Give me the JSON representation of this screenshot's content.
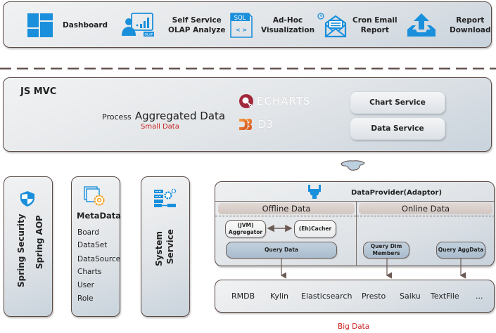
{
  "top_bar": {
    "features": [
      {
        "label": "Dashboard",
        "icon": "dashboard-grid-icon"
      },
      {
        "label": "Self Service\nOLAP Analyze",
        "icon": "olap-presenter-icon"
      },
      {
        "label": "Ad-Hoc\nVisualization",
        "icon": "sql-code-icon"
      },
      {
        "label": "Cron Email\nReport",
        "icon": "scheduled-email-icon"
      },
      {
        "label": "Report\nDownload",
        "icon": "upload-tray-icon"
      }
    ]
  },
  "js_mvc": {
    "title": "JS MVC",
    "process_prefix": "Process",
    "process_main": "Aggregated Data",
    "small_data": "Small Data",
    "echarts_label": "ECHARTS",
    "d3_label": "D3",
    "chart_service": "Chart Service",
    "data_service": "Data Service"
  },
  "left_columns": {
    "spring_security": "Spring Security",
    "spring_aop": "Spring AOP",
    "metadata_title": "MetaData",
    "metadata_items": [
      "Board",
      "DataSet",
      "DataSource",
      "Charts",
      "User",
      "Role"
    ],
    "system_service_line1": "System",
    "system_service_line2": "Service"
  },
  "data_provider": {
    "title": "DataProvider(Adaptor)",
    "offline_label": "Offline Data",
    "online_label": "Online Data",
    "nodes": {
      "aggregator": "(JVM)\nAggregator",
      "cacher": "(Eh)Cacher",
      "query_data": "Query Data",
      "query_dim_members": "Query Dim\nMembers",
      "query_aggdata": "Query AggData"
    }
  },
  "data_sources": {
    "items": [
      "RMDB",
      "Kylin",
      "Elasticsearch",
      "Presto",
      "Saiku",
      "TextFile",
      "..."
    ],
    "caption": "Big Data"
  },
  "colors": {
    "icon_blue": "#1a8fdc",
    "border_brown": "#5b4a44",
    "accent_red": "#cc2222",
    "echarts_red": "#a1283b",
    "d3_orange": "#f28a26"
  }
}
